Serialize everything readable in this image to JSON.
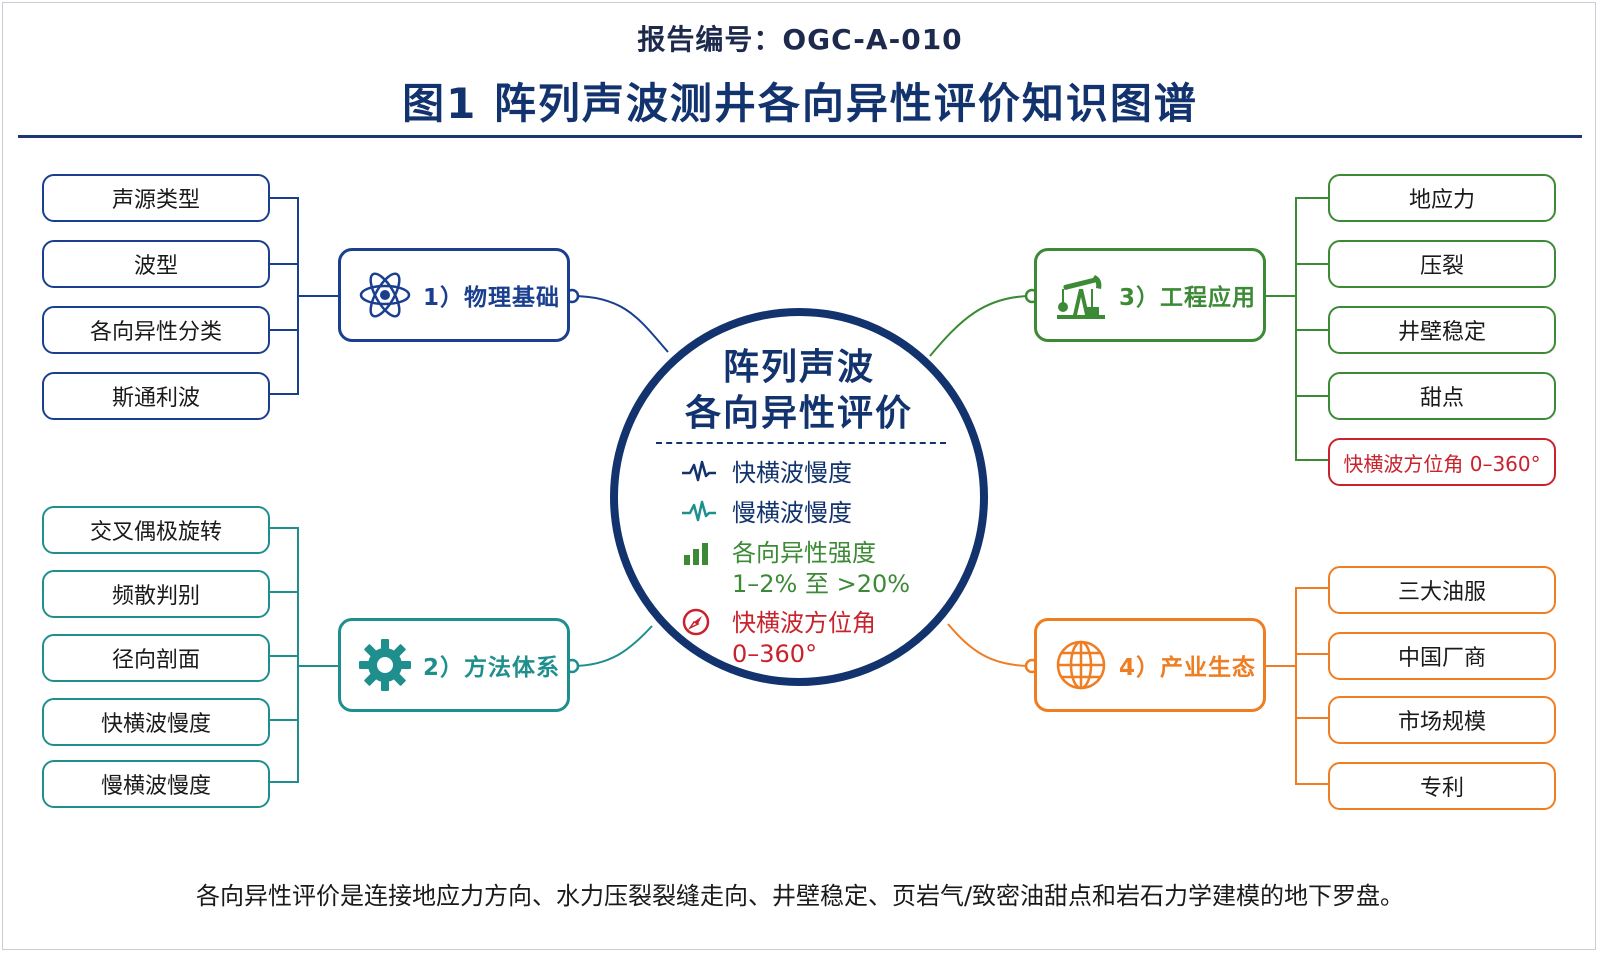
{
  "header": {
    "report_id": "报告编号：OGC-A-010",
    "title": "图1  阵列声波测井各向异性评价知识图谱"
  },
  "center": {
    "title_line1": "阵列声波",
    "title_line2": "各向异性评价",
    "items": [
      {
        "label": "快横波慢度",
        "icon": "waveform-icon",
        "color": "#12336e"
      },
      {
        "label": "慢横波慢度",
        "icon": "waveform-icon",
        "color": "#1f8f8e"
      },
      {
        "label": "各向异性强度",
        "sub": "1–2% 至 >20%",
        "icon": "bar-chart-icon",
        "color": "#3c8a35"
      },
      {
        "label": "快横波方位角",
        "sub": "0–360°",
        "icon": "compass-icon",
        "color": "#c8232c"
      }
    ]
  },
  "branches": {
    "physics": {
      "label": "1）物理基础",
      "icon": "atom-icon",
      "color": "#1b3f8f",
      "children": [
        "声源类型",
        "波型",
        "各向异性分类",
        "斯通利波"
      ]
    },
    "method": {
      "label": "2）方法体系",
      "icon": "gear-icon",
      "color": "#1f8f8e",
      "children": [
        "交叉偶极旋转",
        "频散判别",
        "径向剖面",
        "快横波慢度",
        "慢横波慢度"
      ]
    },
    "engineering": {
      "label": "3）工程应用",
      "icon": "oil-pump-icon",
      "color": "#3c8a35",
      "children": [
        "地应力",
        "压裂",
        "井壁稳定",
        "甜点",
        "快横波方位角 0–360°"
      ]
    },
    "industry": {
      "label": "4）产业生态",
      "icon": "globe-icon",
      "color": "#ef7d22",
      "children": [
        "三大油服",
        "中国厂商",
        "市场规模",
        "专利"
      ]
    }
  },
  "caption": "各向异性评价是连接地应力方向、水力压裂裂缝走向、井壁稳定、页岩气/致密油甜点和岩石力学建模的地下罗盘。"
}
